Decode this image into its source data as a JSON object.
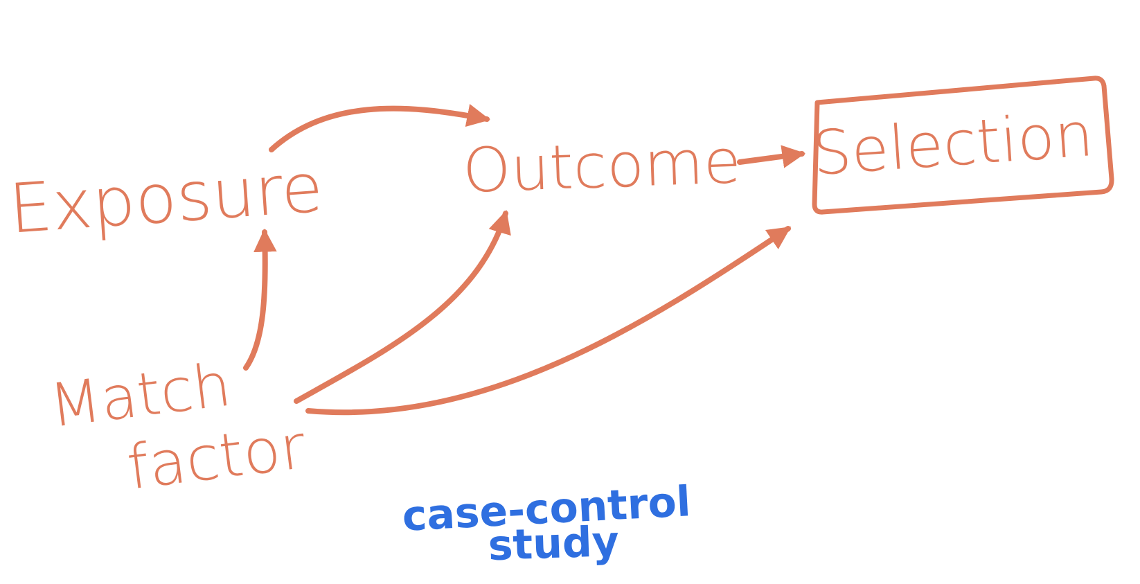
{
  "diagram": {
    "colors": {
      "ink": "#E07B5C",
      "caption_ink": "#2F6FE0",
      "background": "#FFFFFF"
    },
    "nodes": {
      "exposure": {
        "label": "Exposure"
      },
      "outcome": {
        "label": "Outcome"
      },
      "selection": {
        "label": "Selection",
        "boxed": true
      },
      "match_factor": {
        "label_line1": "Match",
        "label_line2": "factor"
      }
    },
    "edges": [
      {
        "from": "Exposure",
        "to": "Outcome"
      },
      {
        "from": "Outcome",
        "to": "Selection"
      },
      {
        "from": "Match factor",
        "to": "Exposure"
      },
      {
        "from": "Match factor",
        "to": "Outcome"
      },
      {
        "from": "Match factor",
        "to": "Selection"
      }
    ],
    "caption": {
      "line1": "case-control",
      "line2": "study"
    }
  }
}
